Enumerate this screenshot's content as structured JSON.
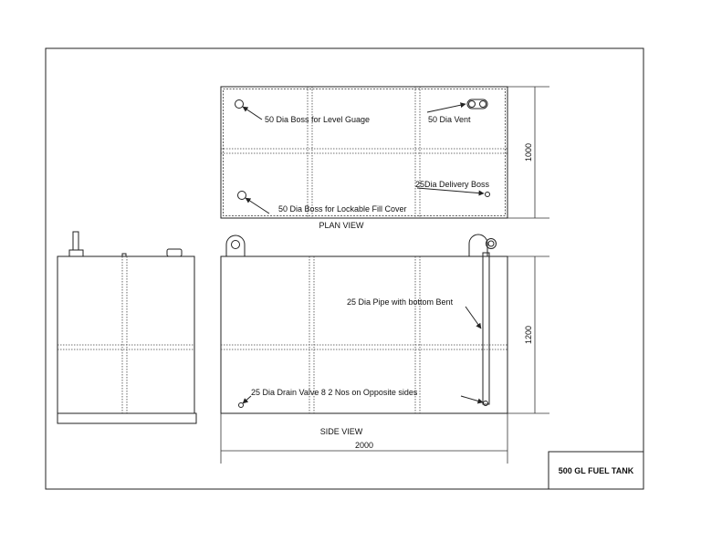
{
  "title_block": {
    "title": "500 GL FUEL TANK"
  },
  "plan_view": {
    "caption": "PLAN VIEW",
    "annotations": {
      "level_gauge": "50 Dia Boss for Level Guage",
      "vent": "50 Dia Vent",
      "delivery": "25Dia Delivery Boss",
      "fill_cover": "50 Dia Boss for Lockable Fill Cover"
    },
    "dimension_width": "1000"
  },
  "side_view": {
    "caption": "SIDE VIEW",
    "annotations": {
      "pipe": "25 Dia Pipe with bottom Bent",
      "drain": "25 Dia Drain Valve 8 2 Nos on Opposite sides"
    },
    "dimension_height": "1200",
    "dimension_length": "2000"
  }
}
